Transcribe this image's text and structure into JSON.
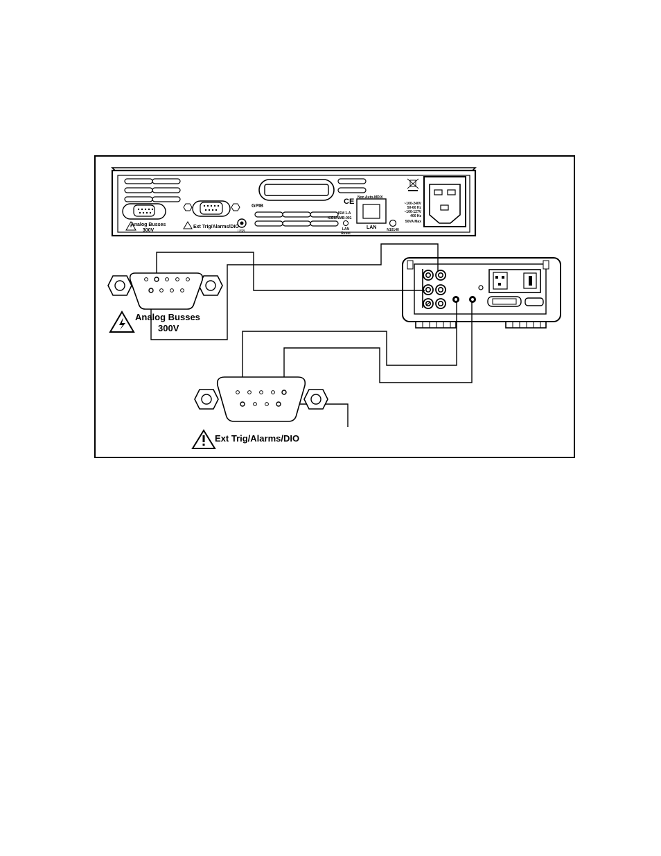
{
  "rear_panel": {
    "analog_label_1": "Analog Busses",
    "analog_label_2": "300V",
    "exttrig_label": "Ext Trig/Alarms/DIO",
    "gpib_label": "GPIB",
    "ism_line_1": "ISM 1-A",
    "ism_line_2": "ICES/NMB-001",
    "lan_title": "Non Auto-MDIX",
    "lan_label": "LAN",
    "lan_reset_1": "LAN",
    "lan_reset_2": "Reset",
    "ce_mark": "CE",
    "rating_1": "~100-240V",
    "rating_2": "50-60 Hz",
    "rating_3": "~100-127V",
    "rating_4": "400 Hz",
    "rating_5": "50VA Max",
    "code_label": "N10140",
    "usb_label": "USB"
  },
  "callouts": {
    "analog_1": "Analog Busses",
    "analog_2": "300V",
    "exttrig": "Ext Trig/Alarms/DIO"
  }
}
